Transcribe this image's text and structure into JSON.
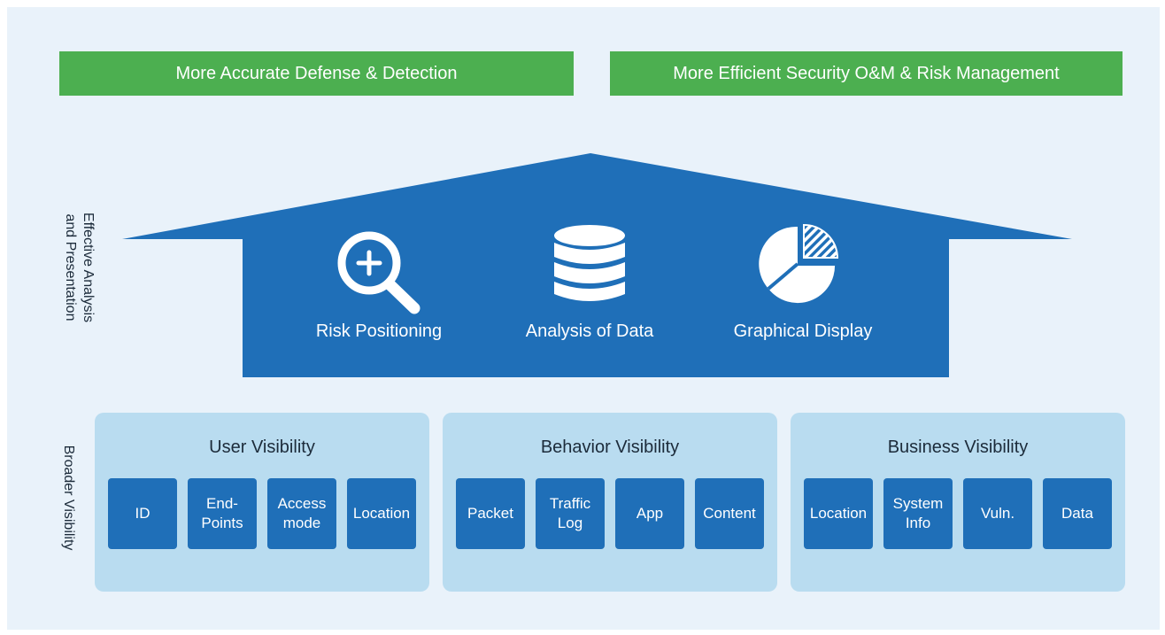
{
  "banners": {
    "left": "More Accurate Defense & Detection",
    "right": "More Efficient Security O&M & Risk Management"
  },
  "side_labels": {
    "analysis": "Effective Analysis\nand Presentation",
    "visibility": "Broader Visibility"
  },
  "house": {
    "color": "#1f6fb8",
    "items": [
      {
        "label": "Risk Positioning",
        "icon": "magnifier-plus-icon"
      },
      {
        "label": "Analysis of Data",
        "icon": "database-icon"
      },
      {
        "label": "Graphical Display",
        "icon": "pie-chart-icon"
      }
    ]
  },
  "panels": [
    {
      "title": "User Visibility",
      "tiles": [
        "ID",
        "End-\nPoints",
        "Access\nmode",
        "Location"
      ]
    },
    {
      "title": "Behavior Visibility",
      "tiles": [
        "Packet",
        "Traffic\nLog",
        "App",
        "Content"
      ]
    },
    {
      "title": "Business Visibility",
      "tiles": [
        "Location",
        "System\nInfo",
        "Vuln.",
        "Data"
      ]
    }
  ],
  "colors": {
    "banner": "#4caf50",
    "house": "#1f6fb8",
    "panel": "#b9dcf0",
    "tile": "#1f6fb8",
    "background": "#e9f2fa"
  }
}
